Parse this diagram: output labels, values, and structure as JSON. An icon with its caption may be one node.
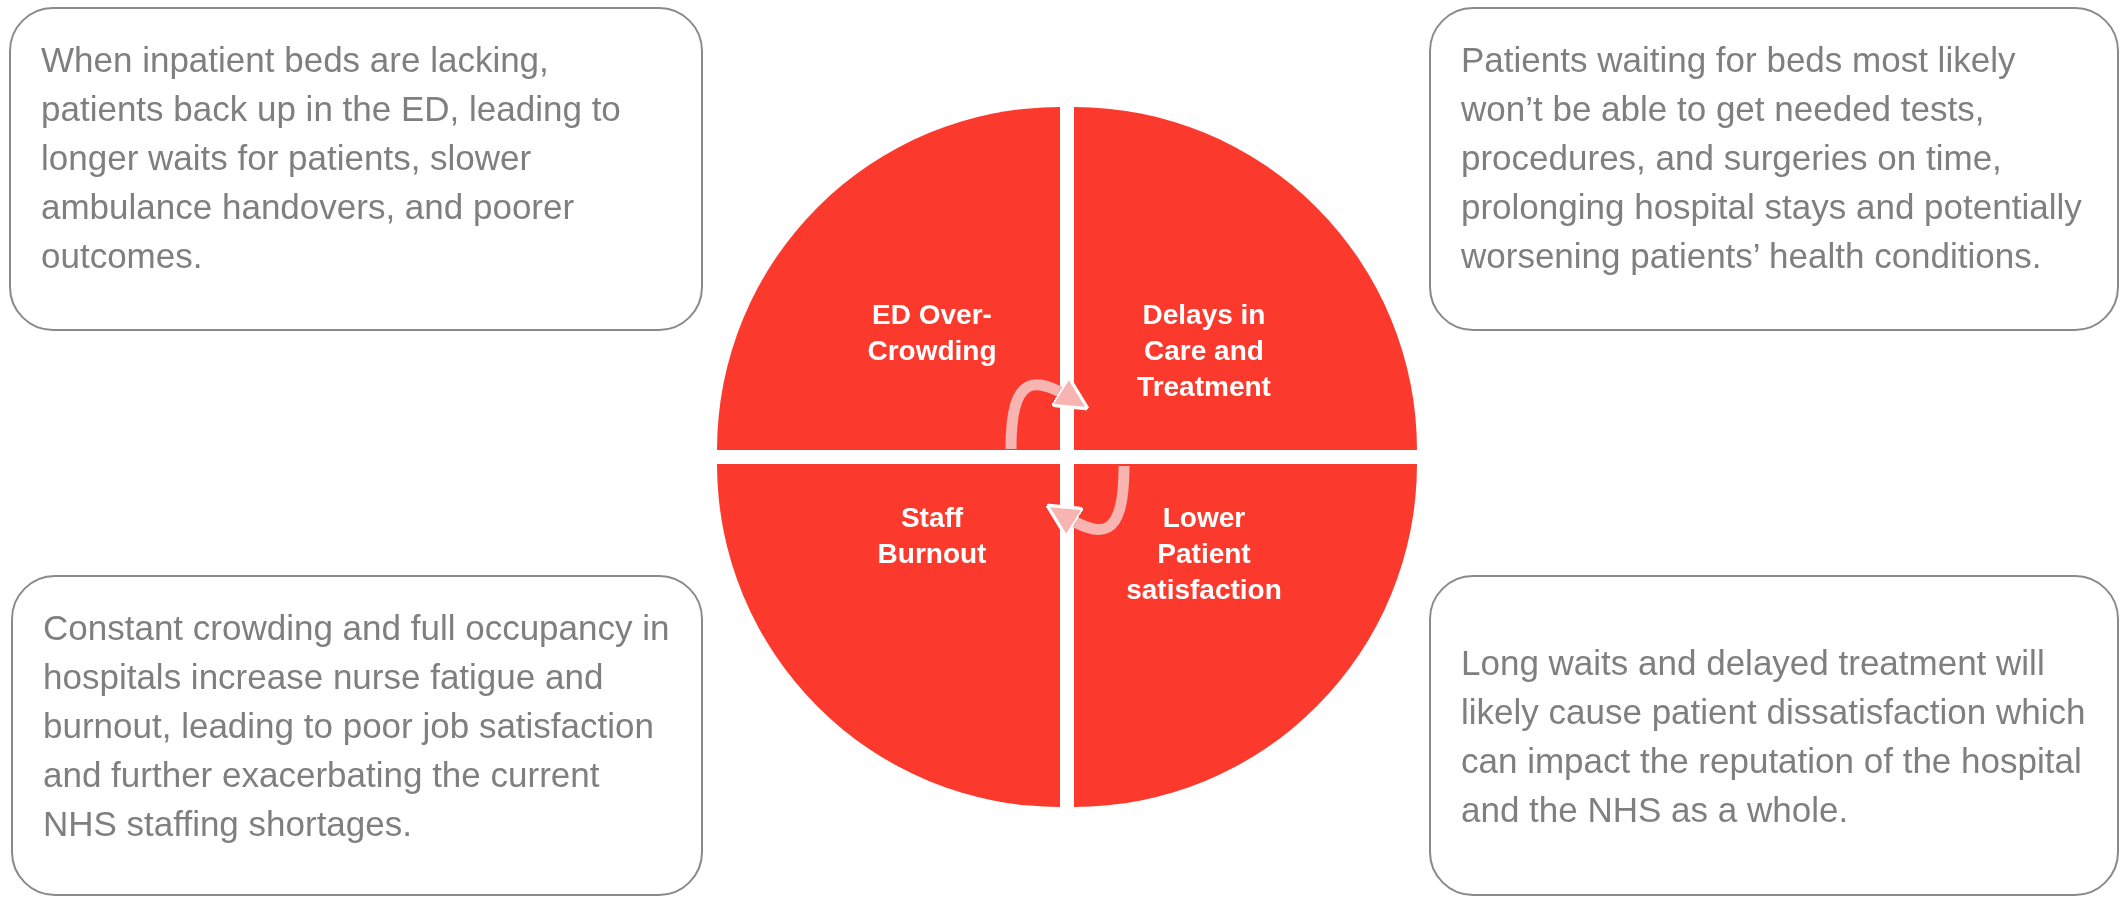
{
  "diagram": {
    "nodes": [
      {
        "text": [
          "When inpatient beds are lacking, patients back up in the ED, leading to longer waits for patients, slower ambulance handovers, and poorer outcomes."
        ]
      },
      {
        "text": [
          "ED Over-Crowding"
        ]
      },
      {
        "text": [
          "Delays in Care and Treatment"
        ]
      },
      {
        "text": [
          "Patients waiting for beds most likely won’t be able to get needed tests, procedures, and surgeries on time, prolonging hospital stays and potentially worsening patients’ health conditions."
        ]
      },
      {
        "text": [
          "Constant crowding and full occupancy in hospitals increase nurse fatigue and burnout, leading to poor job satisfaction and further exacerbating the current NHS staffing shortages."
        ]
      },
      {
        "text": [
          "Staff Burnout"
        ]
      },
      {
        "text": [
          "Lower Patient satisfaction"
        ]
      },
      {
        "text": [
          "Long waits and delayed treatment will likely cause patient dissatisfaction which can impact the reputation of the hospital and the NHS as a whole."
        ]
      }
    ],
    "edges": [
      {
        "from": 1,
        "to": 2,
        "arrow": "to"
      },
      {
        "from": 6,
        "to": 5,
        "arrow": "to"
      }
    ]
  }
}
